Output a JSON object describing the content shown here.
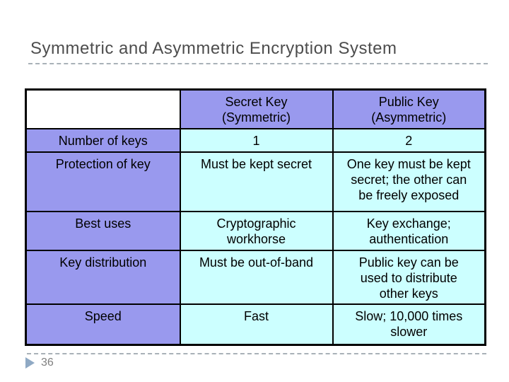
{
  "title": "Symmetric and Asymmetric Encryption System",
  "table": {
    "columns": [
      "",
      "Secret Key\n(Symmetric)",
      "Public Key\n(Asymmetric)"
    ],
    "rows": [
      {
        "label": "Number of keys",
        "symmetric": "1",
        "asymmetric": "2"
      },
      {
        "label": "Protection of key",
        "symmetric": "Must be kept secret",
        "asymmetric": "One key must be kept\nsecret; the other can\nbe freely exposed"
      },
      {
        "label": "Best uses",
        "symmetric": "Cryptographic\nworkhorse",
        "asymmetric": "Key exchange;\nauthentication"
      },
      {
        "label": "Key distribution",
        "symmetric": "Must be out-of-band",
        "asymmetric": "Public key can be\nused to distribute\nother keys"
      },
      {
        "label": "Speed",
        "symmetric": "Fast",
        "asymmetric": "Slow; 10,000 times\nslower"
      }
    ]
  },
  "footer": {
    "page_number": "36",
    "marker_icon": "right-triangle-icon"
  },
  "colors": {
    "header_fill": "#9999ee",
    "cell_fill": "#ccffff",
    "table_border": "#000000",
    "title_color": "#4d4d4d",
    "divider_color": "#a9b1b8",
    "marker_color": "#8fa9c4",
    "page_num_color": "#7f7f7f"
  }
}
